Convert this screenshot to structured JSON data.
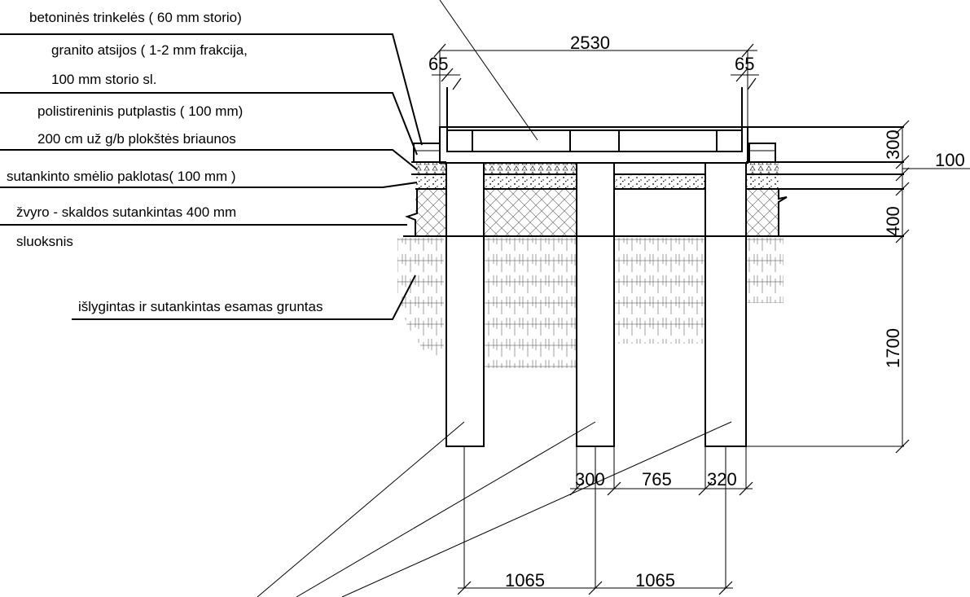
{
  "labels": {
    "trinkeles": "betoninės trinkelės ( 60 mm storio)",
    "atsijos_1": "granito atsijos ( 1-2 mm frakcija,",
    "atsijos_2": "100 mm storio sl.",
    "putplastis_1": "polistireninis putplastis ( 100 mm)",
    "putplastis_2": "200 cm už g/b plokštės briaunos",
    "smelis": "sutankinto smėlio paklotas( 100 mm )",
    "zvyras_1": "žvyro - skaldos sutankintas 400 mm",
    "zvyras_2": "sluoksnis",
    "gruntas": "išlygintas ir sutankintas esamas gruntas"
  },
  "dimensions": {
    "top_width": "2530",
    "left_offset": "65",
    "right_offset": "65",
    "slab_thickness": "300",
    "side_100": "100",
    "gravel_400": "400",
    "pile_depth": "1700",
    "pile_width_left": "300",
    "pile_gap": "765",
    "pile_width_right": "320",
    "spacing_left": "1065",
    "spacing_right": "1065"
  }
}
